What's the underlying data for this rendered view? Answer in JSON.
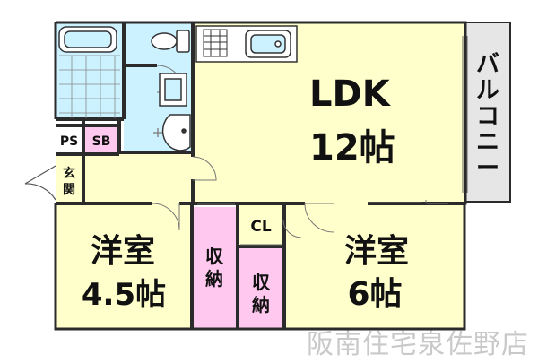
{
  "plan": {
    "ldk": {
      "line1": "LDK",
      "line2": "12帖"
    },
    "balcony": [
      "バ",
      "ル",
      "コ",
      "ニ",
      "ー"
    ],
    "western_small": {
      "line1": "洋室",
      "line2": "4.5帖"
    },
    "western_large": {
      "line1": "洋室",
      "line2": "6帖"
    },
    "storage_a": [
      "収",
      "納"
    ],
    "storage_b": [
      "収",
      "納"
    ],
    "closet": "CL",
    "pipe_space": "PS",
    "shoe_box": "SB",
    "entrance": [
      "玄",
      "関"
    ]
  },
  "watermark": "阪南住宅泉佐野店",
  "colors": {
    "room_fill": "#ffffcc",
    "wet_area": "#ccf2ff",
    "storage": "#ffc9ef",
    "balcony": "#e6e6e6",
    "wall": "#2b2b2b"
  }
}
